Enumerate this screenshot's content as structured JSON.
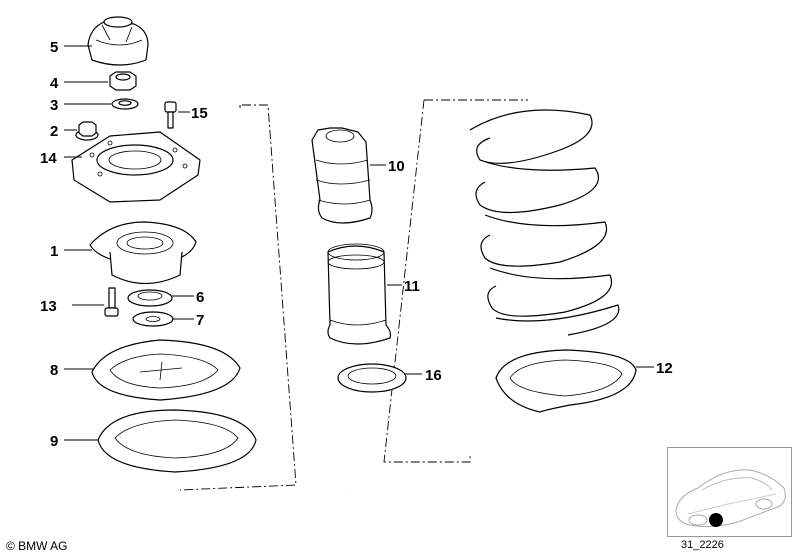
{
  "callouts": [
    {
      "id": "5",
      "text": "5"
    },
    {
      "id": "4",
      "text": "4"
    },
    {
      "id": "3",
      "text": "3"
    },
    {
      "id": "15",
      "text": "15"
    },
    {
      "id": "2",
      "text": "2"
    },
    {
      "id": "14",
      "text": "14"
    },
    {
      "id": "1",
      "text": "1"
    },
    {
      "id": "6",
      "text": "6"
    },
    {
      "id": "13",
      "text": "13"
    },
    {
      "id": "7",
      "text": "7"
    },
    {
      "id": "8",
      "text": "8"
    },
    {
      "id": "9",
      "text": "9"
    },
    {
      "id": "10",
      "text": "10"
    },
    {
      "id": "11",
      "text": "11"
    },
    {
      "id": "16",
      "text": "16"
    },
    {
      "id": "12",
      "text": "12"
    }
  ],
  "footer": {
    "copyright": "© BMW AG",
    "reference_code": "31_2226"
  }
}
